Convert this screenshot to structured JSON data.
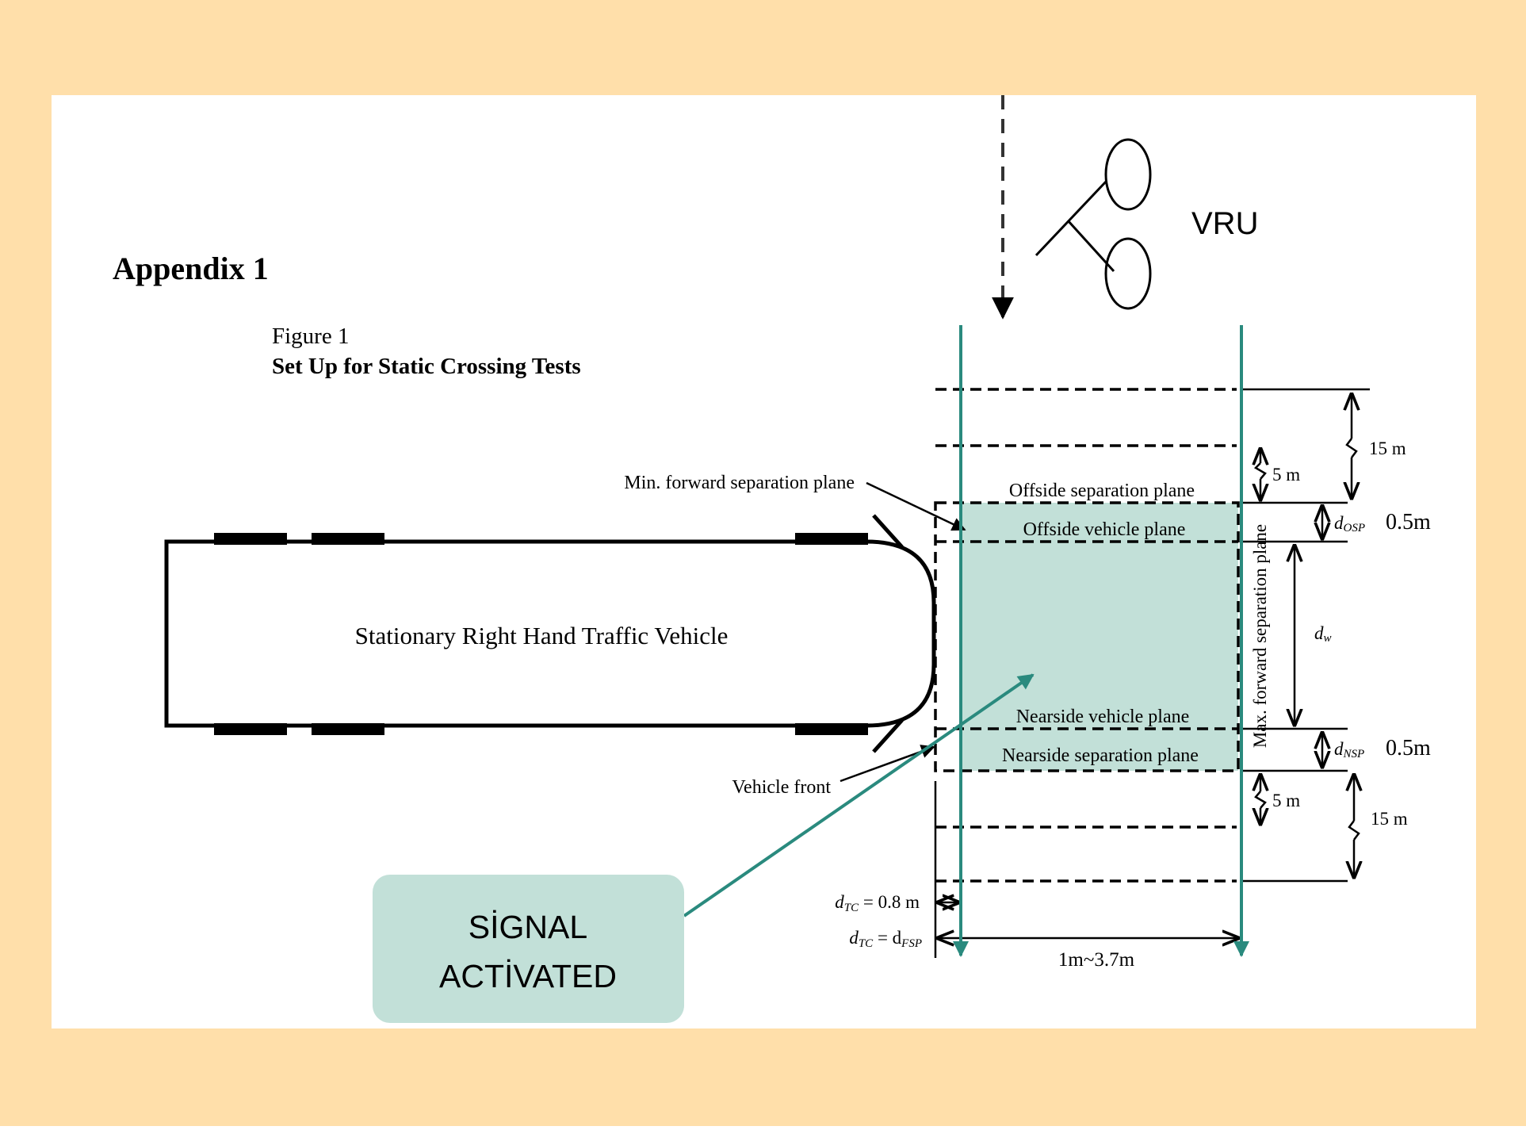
{
  "heading": "Appendix 1",
  "figure": {
    "number": "Figure 1",
    "title": "Set Up for Static Crossing Tests"
  },
  "vru_label": "VRU",
  "vehicle_label": "Stationary Right Hand Traffic Vehicle",
  "labels": {
    "min_forward_plane": "Min. forward separation plane",
    "vehicle_front": "Vehicle front",
    "offside_separation_plane": "Offside separation plane",
    "offside_vehicle_plane": "Offside vehicle plane",
    "nearside_vehicle_plane": "Nearside vehicle plane",
    "nearside_separation_plane": "Nearside separation plane",
    "max_forward_plane": "Max. forward separation plane"
  },
  "dimensions": {
    "top_15m": "15 m",
    "top_5m": "5 m",
    "d_osp_sym": "d",
    "d_osp_sub": "OSP",
    "d_osp_val": "0.5m",
    "d_w_sym": "d",
    "d_w_sub": "w",
    "d_nsp_sym": "d",
    "d_nsp_sub": "NSP",
    "d_nsp_val": "0.5m",
    "bottom_5m": "5 m",
    "bottom_15m": "15 m",
    "dtc1_sym": "d",
    "dtc1_sub": "TC",
    "dtc1_rest": " = 0.8 m",
    "dtc2_sym": "d",
    "dtc2_sub": "TC",
    "dtc2_eq": " = d",
    "dtc2_sub2": "FSP",
    "width_range": "1m~3.7m"
  },
  "callout": {
    "line1": "SİGNAL",
    "line2": "ACTİVATED"
  },
  "colors": {
    "frame": "#ffdfaa",
    "teal": "#2a8a7e",
    "zone_fill": "#c2e0d8",
    "callout_fill": "#c2e0d8"
  }
}
